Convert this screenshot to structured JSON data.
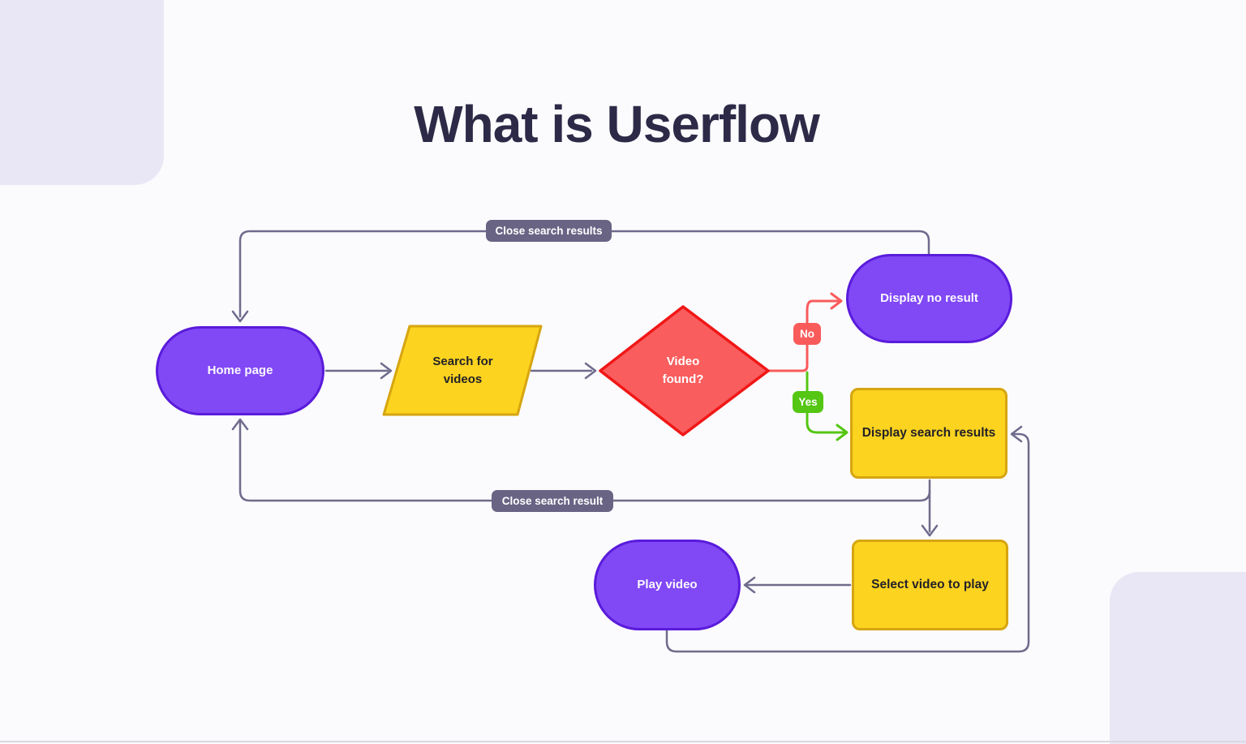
{
  "title": "What is Userflow",
  "diagram": {
    "nodes": {
      "home_page": {
        "label": "Home page",
        "shape": "stadium"
      },
      "search_for_videos": {
        "line1": "Search for",
        "line2": "videos",
        "shape": "parallelogram"
      },
      "video_found": {
        "line1": "Video",
        "line2": "found?",
        "shape": "diamond"
      },
      "display_no_result": {
        "label": "Display no result",
        "shape": "stadium"
      },
      "display_search_results": {
        "label": "Display search results",
        "shape": "rectangle"
      },
      "select_video_to_play": {
        "label": "Select video to play",
        "shape": "rectangle"
      },
      "play_video": {
        "label": "Play video",
        "shape": "stadium"
      }
    },
    "edge_labels": {
      "no": "No",
      "yes": "Yes",
      "close_search_results": "Close search results",
      "close_search_result": "Close search result"
    }
  },
  "colors": {
    "background": "#FBFBFD",
    "corner_decor": "#E9E7F5",
    "title_text": "#2C2A47",
    "purple_fill": "#8148F6",
    "purple_border": "#5A1BDB",
    "yellow_fill": "#FCD31F",
    "yellow_border": "#D6A510",
    "red_fill": "#F95D5D",
    "red_border": "#F11717",
    "green": "#54C613",
    "connector_gray": "#6E6B8C",
    "label_badge_gray": "#696384"
  }
}
